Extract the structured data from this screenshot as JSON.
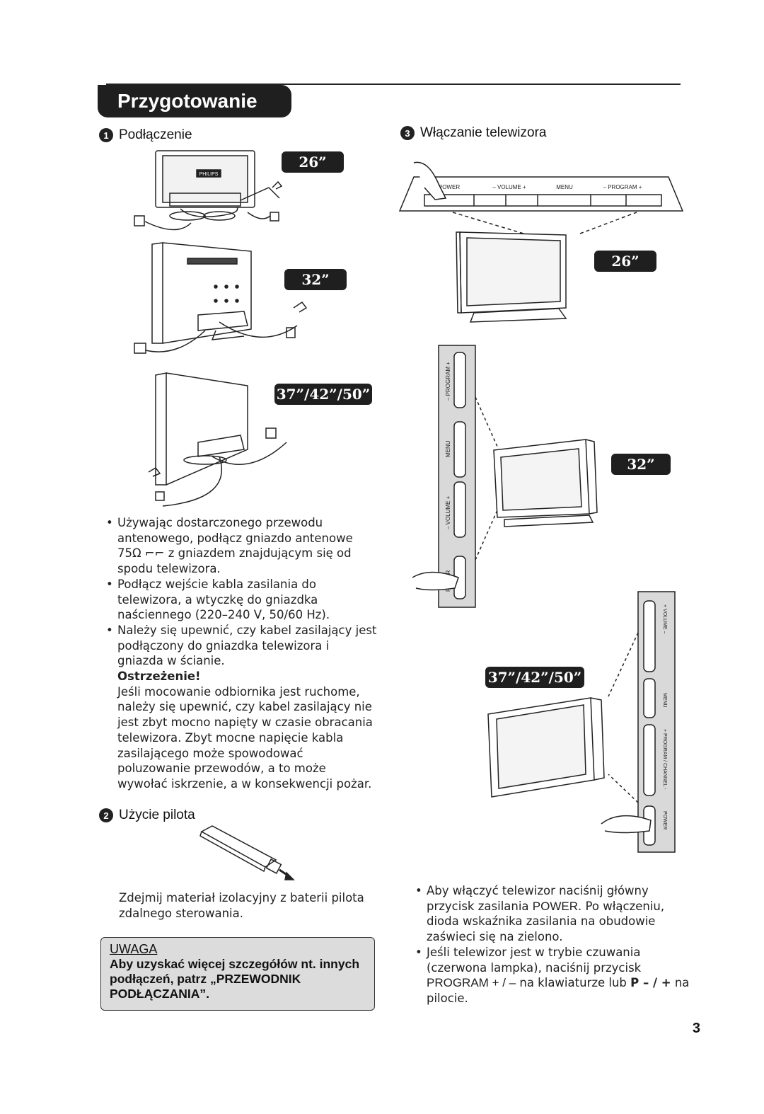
{
  "page": {
    "title": "Przygotowanie",
    "page_number": "3"
  },
  "section1": {
    "number": "1",
    "heading": "Podłączenie",
    "badges": [
      "26”",
      "32”",
      "37”/42”/50”"
    ],
    "tv_brand": "PHILIPS",
    "bullets": [
      "Używając dostarczonego przewodu antenowego, podłącz gniazdo antenowe 75Ω ⌐⌐ z gniazdem znajdującym się od spodu telewizora.",
      "Podłącz wejście kabla zasilania do telewizora, a wtyczkę do gniazdka naściennego (220–240 V, 50/60 Hz).",
      "Należy się upewnić, czy kabel zasilający jest podłączony do gniazdka telewizora i gniazda w ścianie."
    ],
    "warning_title": "Ostrzeżenie!",
    "warning_text": "Jeśli mocowanie odbiornika jest ruchome, należy się upewnić, czy kabel zasilający nie jest zbyt mocno napięty w czasie obracania telewizora. Zbyt mocne napięcie kabla zasilającego może spowodować poluzowanie przewodów, a to może wywołać iskrzenie, a w konsekwencji pożar."
  },
  "section2": {
    "number": "2",
    "heading": "Użycie pilota",
    "text": "Zdejmij materiał izolacyjny z baterii pilota zdalnego sterowania."
  },
  "note": {
    "title": "UWAGA",
    "text": "Aby uzyskać więcej szczegółów nt. innych podłączeń, patrz „PRZEWODNIK PODŁĄCZANIA”."
  },
  "section3": {
    "number": "3",
    "heading": "Włączanie telewizora",
    "badges": [
      "26”",
      "32”",
      "37”/42”/50”"
    ],
    "panel26_labels": [
      "POWER",
      "–  VOLUME  +",
      "MENU",
      "–  PROGRAM  +"
    ],
    "panel32_labels": [
      "–  PROGRAM  +",
      "MENU",
      "–  VOLUME  +",
      "POWER"
    ],
    "panel37_labels": [
      "+   VOLUME   –",
      "MENU",
      "+  PROGRAM / CHANNEL  -",
      "POWER"
    ],
    "bullet1_a": "Aby włączyć telewizor naciśnij główny przycisk zasilania ",
    "bullet1_key": "POWER",
    "bullet1_b": ". Po włączeniu, dioda wskaźnika zasilania na obudowie zaświeci się na zielono.",
    "bullet2_a": "Jeśli telewizor jest w trybie czuwania (czerwona lampka), naciśnij przycisk ",
    "bullet2_key1": "PROGRAM + / –",
    "bullet2_b": "  na klawiaturze lub ",
    "bullet2_key2": "P – / +",
    "bullet2_c": " na pilocie."
  }
}
